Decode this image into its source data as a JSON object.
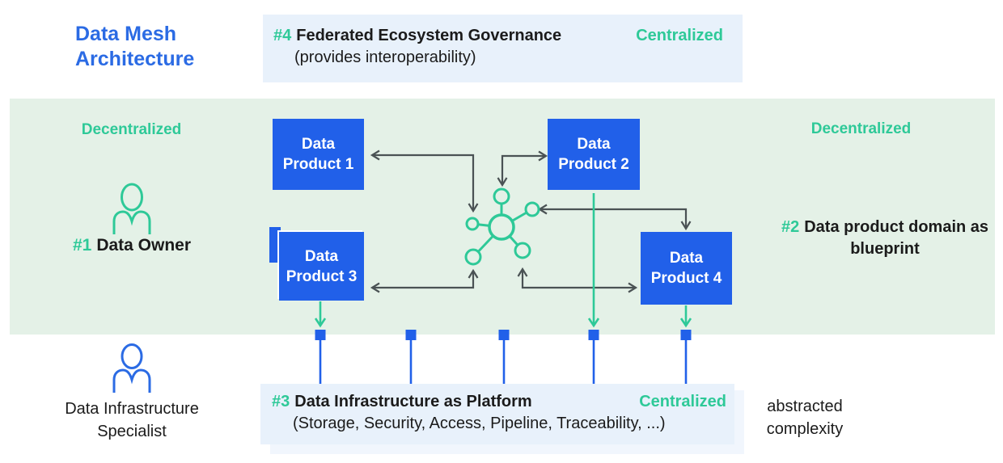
{
  "title": "Data Mesh Architecture",
  "colors": {
    "accent_green": "#2EC998",
    "brand_blue": "#2160E9",
    "title_blue": "#2B6BE4",
    "band_green": "#E4F1E7",
    "banner_blue": "#E8F1FB",
    "connector_gray": "#4A5254"
  },
  "top_banner": {
    "number": "#4",
    "heading": "Federated Ecosystem Governance",
    "subheading": "(provides interoperability)",
    "tag": "Centralized"
  },
  "band": {
    "decentralized_left": "Decentralized",
    "decentralized_right": "Decentralized",
    "owner": {
      "number": "#1",
      "label": "Data Owner",
      "icon": "person-icon"
    },
    "blueprint": {
      "number": "#2",
      "label": "Data product domain as blueprint"
    },
    "mesh_icon": "mesh-network-icon",
    "products": [
      {
        "line1": "Data",
        "line2": "Product 1"
      },
      {
        "line1": "Data",
        "line2": "Product 2"
      },
      {
        "line1": "Data",
        "line2": "Product 3"
      },
      {
        "line1": "Data",
        "line2": "Product 4"
      }
    ]
  },
  "platform_banner": {
    "number": "#3",
    "heading": "Data Infrastructure as Platform",
    "subheading": "(Storage, Security, Access, Pipeline, Traceability, ...)",
    "tag": "Centralized"
  },
  "specialist": {
    "label": "Data Infrastructure Specialist",
    "icon": "person-icon"
  },
  "side_note": "abstracted complexity"
}
